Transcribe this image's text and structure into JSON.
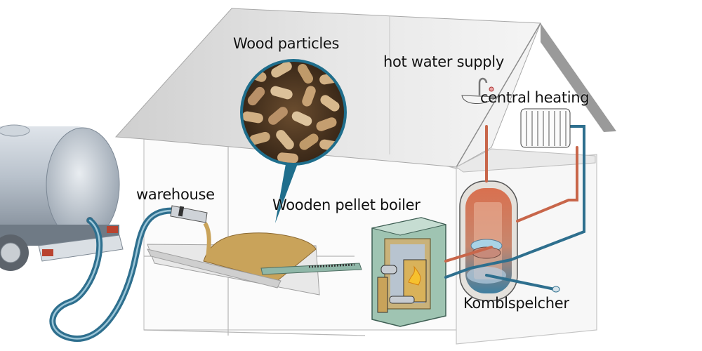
{
  "diagram": {
    "title": "Wood pellet heating system",
    "labels": {
      "wood_particles": "Wood particles",
      "hot_water_supply": "hot water supply",
      "central_heating": "central heating",
      "warehouse": "warehouse",
      "boiler": "Wooden pellet boiler",
      "storage": "Komblspelcher"
    },
    "components": [
      {
        "id": "delivery-truck",
        "name": "Pellet delivery tanker truck"
      },
      {
        "id": "filling-hose",
        "name": "Filling hose"
      },
      {
        "id": "pellet-storage",
        "name": "Pellet storage bin (warehouse)"
      },
      {
        "id": "auger",
        "name": "Feed auger"
      },
      {
        "id": "pellet-boiler",
        "name": "Wooden pellet boiler"
      },
      {
        "id": "combi-storage-tank",
        "name": "Combination storage tank"
      },
      {
        "id": "sink",
        "name": "Hot water sink"
      },
      {
        "id": "radiator",
        "name": "Central heating radiator"
      }
    ],
    "colors": {
      "hot_pipe": "#c8664a",
      "cold_pipe": "#2e6f8e",
      "pellet": "#c9a35a",
      "boiler_body": "#9fc4b2",
      "roof": "#d8d8d8",
      "callout_ring": "#1f6e8c"
    }
  }
}
